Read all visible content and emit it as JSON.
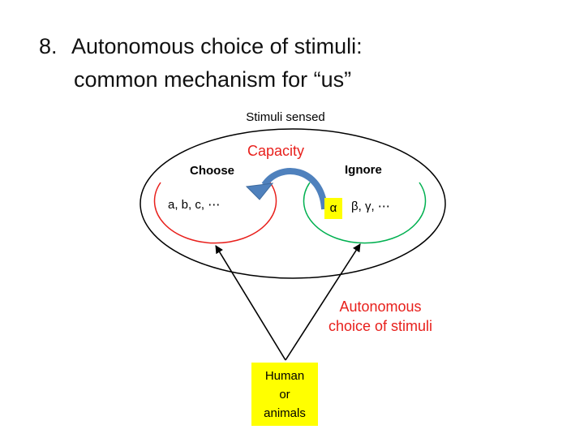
{
  "title": {
    "number": "8.",
    "line1": "Autonomous choice of stimuli:",
    "line2": "common mechanism for “us”"
  },
  "diagram": {
    "outer_label": "Stimuli sensed",
    "capacity_label": "Capacity",
    "choose_label": "Choose",
    "ignore_label": "Ignore",
    "chosen_items": "a, b, c, ⋯",
    "alpha": "α",
    "ignored_items": "β, γ, ⋯",
    "autonomous_label": "Autonomous choice of stimuli",
    "agent_lines": [
      "Human",
      "or",
      "animals"
    ]
  },
  "colors": {
    "red": "#e8201c",
    "green": "#00b050",
    "arrow_blue": "#4f81bd",
    "highlight": "#ffff00"
  }
}
